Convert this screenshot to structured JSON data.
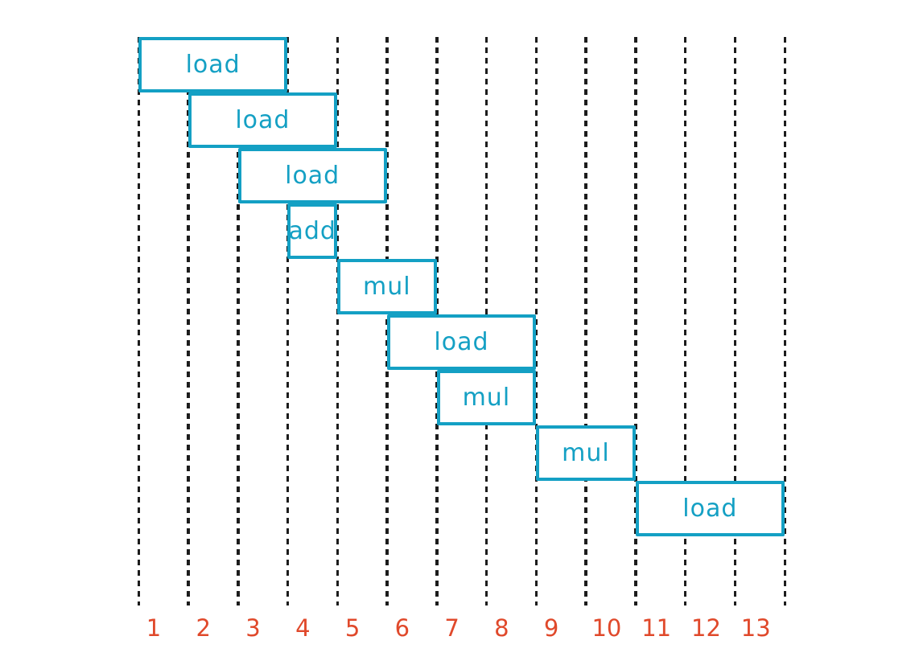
{
  "figure": {
    "background_color": "#ffffff",
    "accent_color": "#14a0c4",
    "box_fill_color": "#ffffff",
    "tick_color": "#e0492b",
    "gridline_color": "#1c1c1c"
  },
  "chart_data": {
    "type": "bar",
    "subtype": "gantt-instruction-pipeline-schedule",
    "title": "",
    "xlabel": "",
    "ylabel": "",
    "x_ticks": [
      "1",
      "2",
      "3",
      "4",
      "5",
      "6",
      "7",
      "8",
      "9",
      "10",
      "11",
      "12",
      "13"
    ],
    "xlim": [
      1,
      14
    ],
    "num_gridlines": 14,
    "grid": "vertical dashed gridlines at every cycle boundary",
    "legend_position": "none",
    "num_rows": 9,
    "tasks": [
      {
        "label": "load",
        "start_cycle": 1,
        "end_cycle": 4,
        "duration": 3,
        "row": 1
      },
      {
        "label": "load",
        "start_cycle": 2,
        "end_cycle": 5,
        "duration": 3,
        "row": 2
      },
      {
        "label": "load",
        "start_cycle": 3,
        "end_cycle": 6,
        "duration": 3,
        "row": 3
      },
      {
        "label": "add",
        "start_cycle": 4,
        "end_cycle": 5,
        "duration": 1,
        "row": 4
      },
      {
        "label": "mul",
        "start_cycle": 5,
        "end_cycle": 7,
        "duration": 2,
        "row": 5
      },
      {
        "label": "load",
        "start_cycle": 6,
        "end_cycle": 9,
        "duration": 3,
        "row": 6
      },
      {
        "label": "mul",
        "start_cycle": 7,
        "end_cycle": 9,
        "duration": 2,
        "row": 7
      },
      {
        "label": "mul",
        "start_cycle": 9,
        "end_cycle": 11,
        "duration": 2,
        "row": 8
      },
      {
        "label": "load",
        "start_cycle": 11,
        "end_cycle": 14,
        "duration": 3,
        "row": 9
      }
    ]
  }
}
